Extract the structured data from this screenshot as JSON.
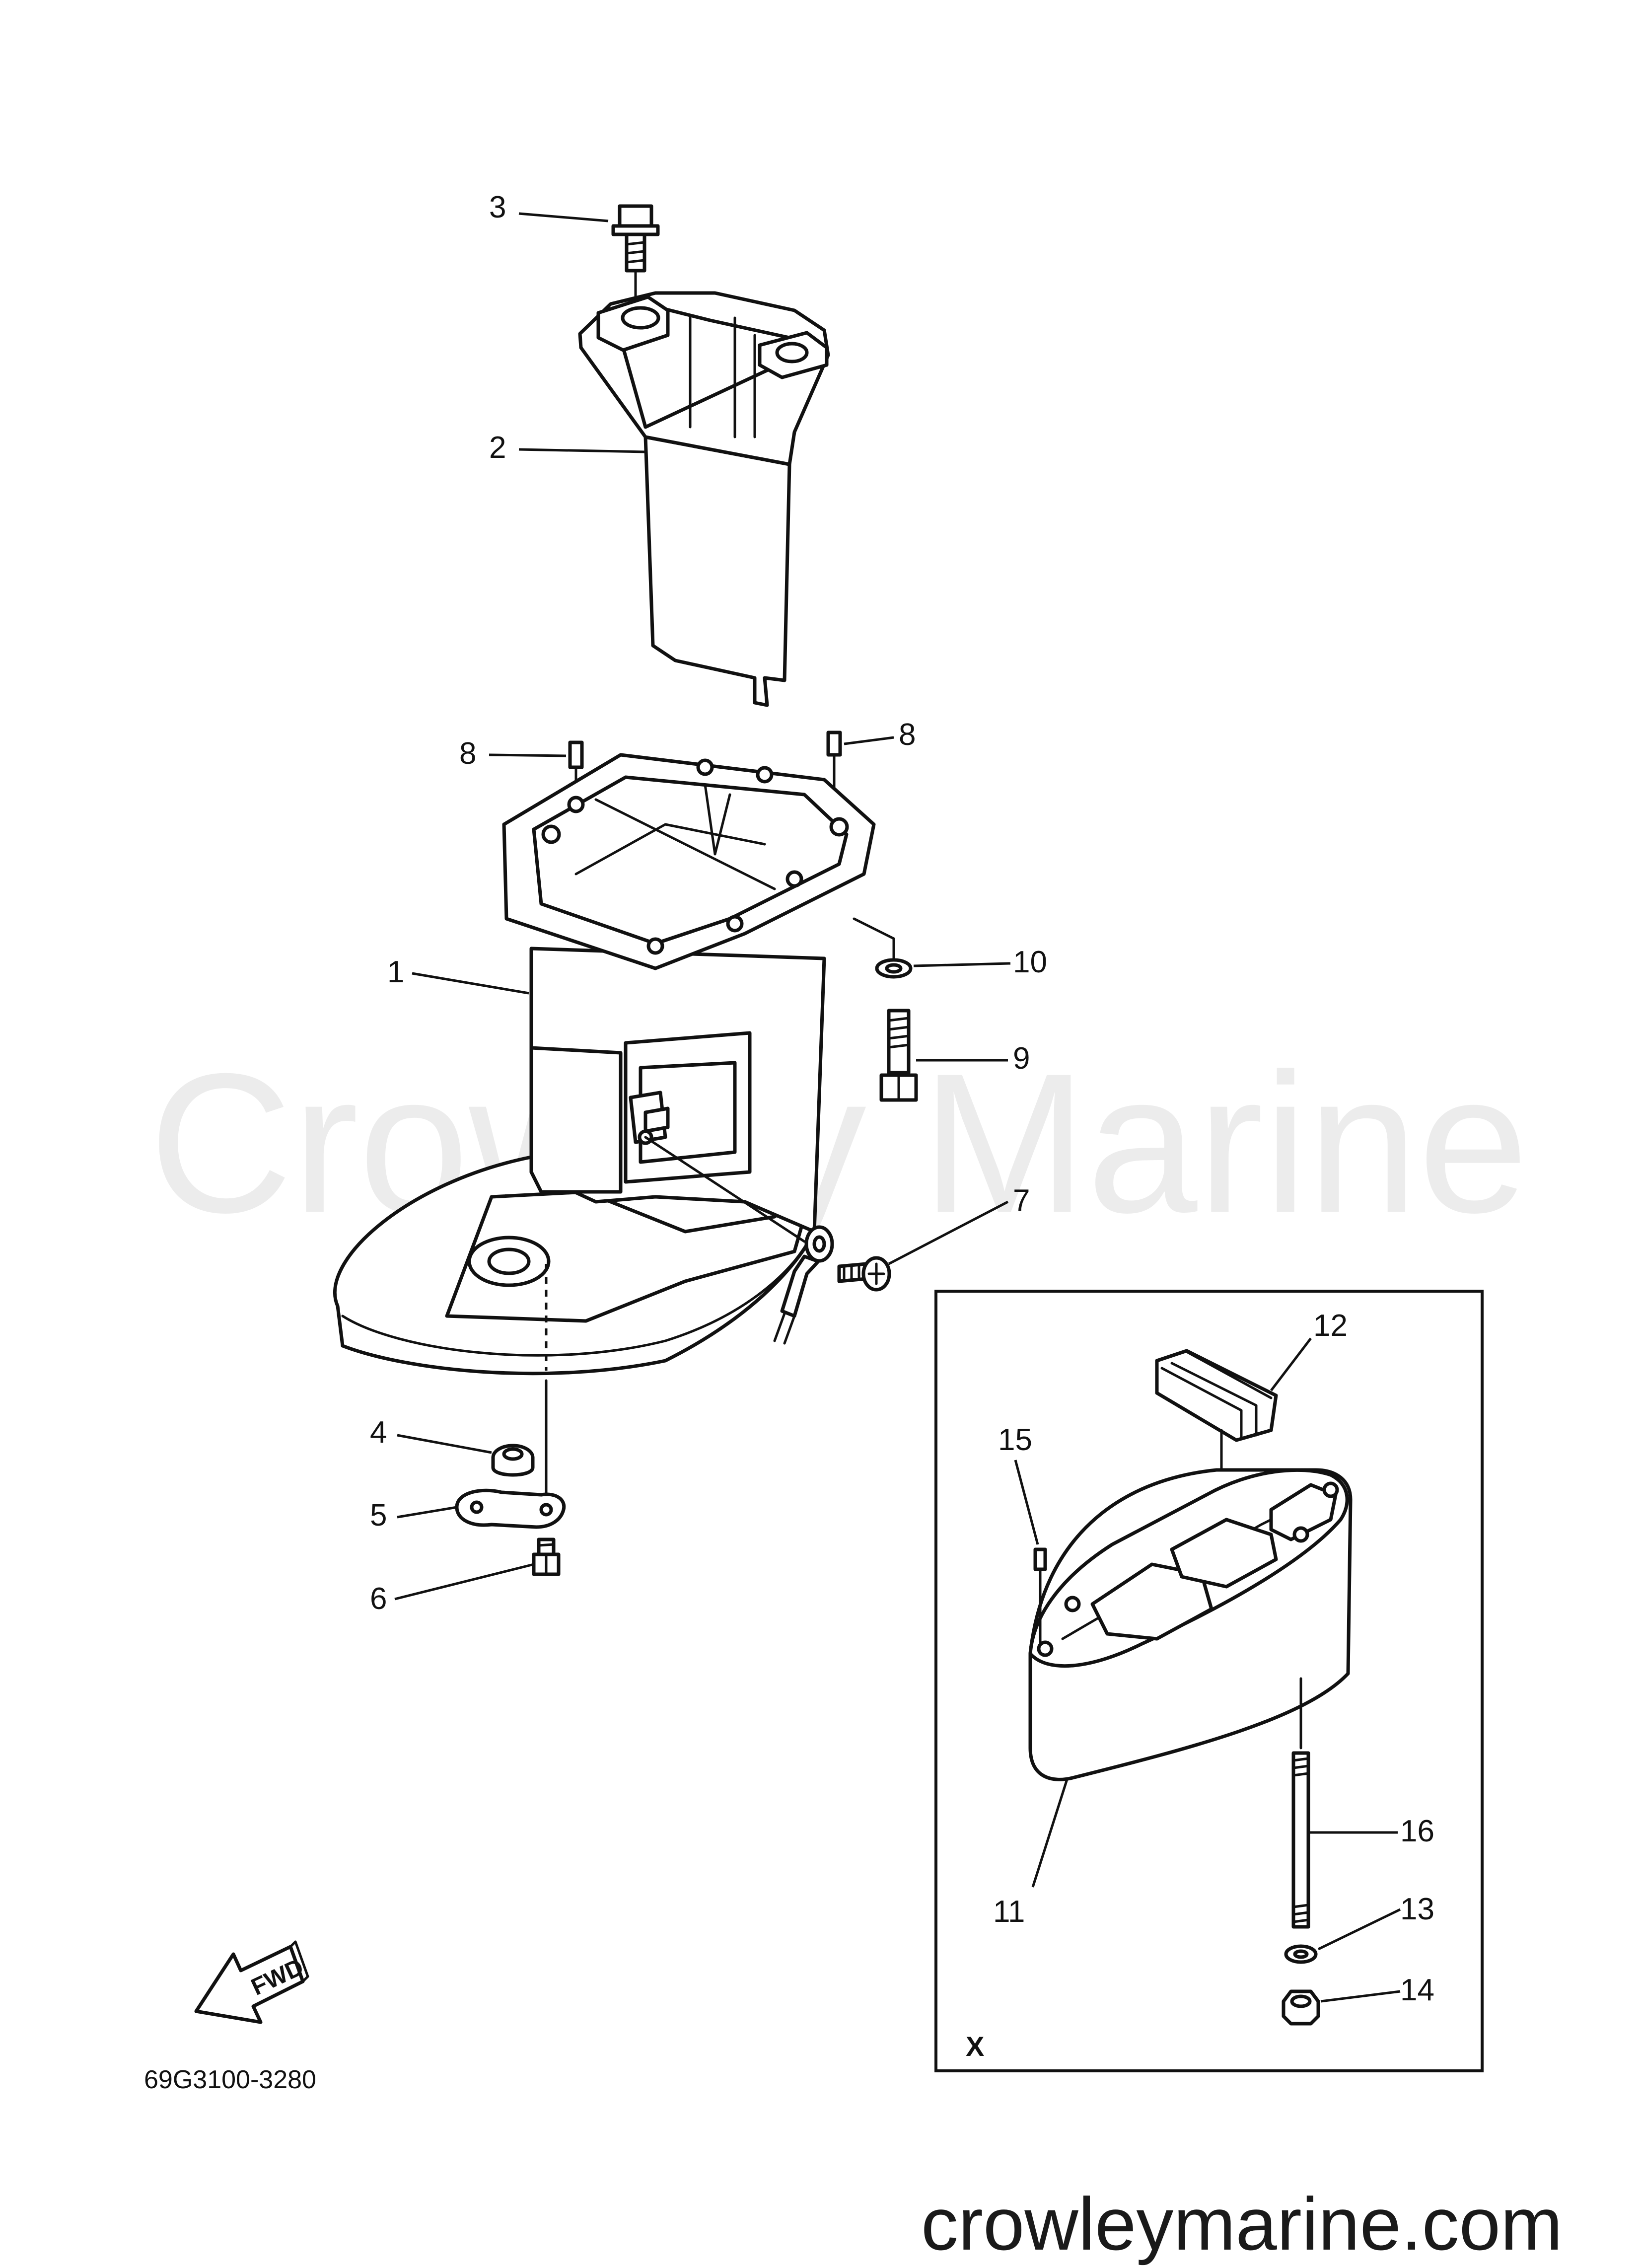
{
  "watermark": "Crowley Marine",
  "footer": {
    "site": "crowleymarine.com"
  },
  "diagram": {
    "code": "69G3100-3280",
    "fwd_label": "FWD",
    "inset_label": "X",
    "callouts": [
      "1",
      "2",
      "3",
      "4",
      "5",
      "6",
      "7",
      "8",
      "8",
      "9",
      "10",
      "11",
      "12",
      "13",
      "14",
      "15",
      "16"
    ]
  }
}
